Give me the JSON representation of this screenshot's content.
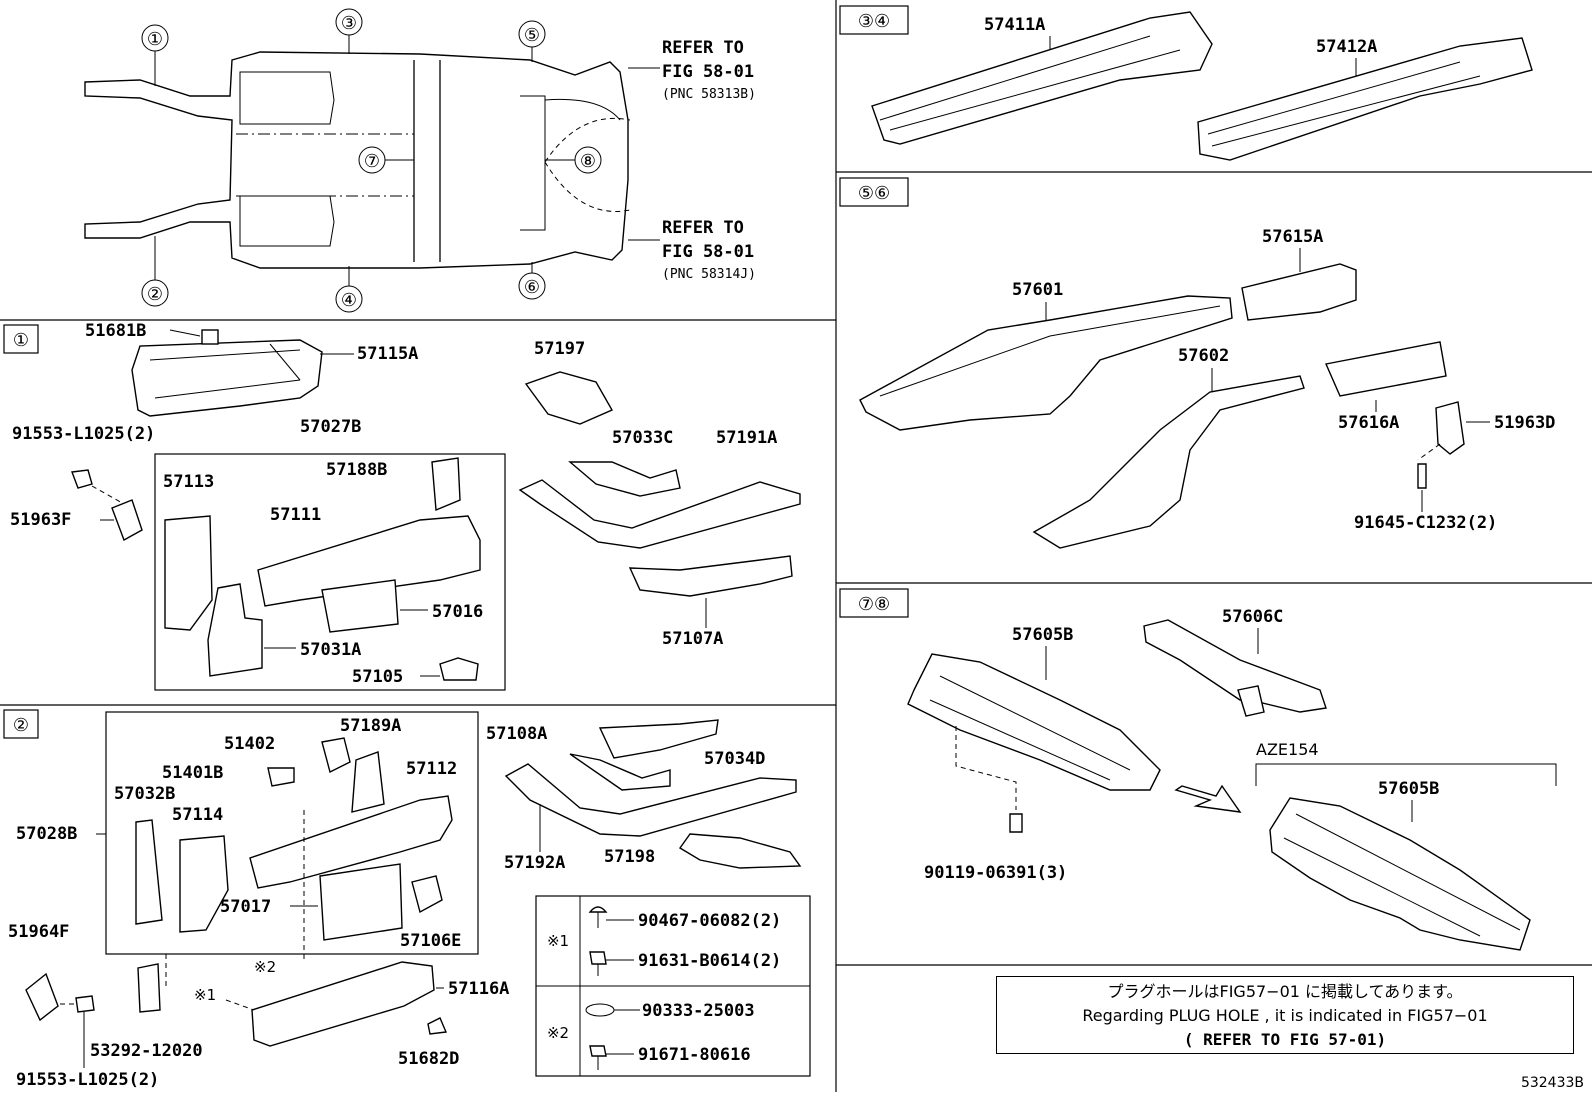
{
  "overview": {
    "refer_top": "REFER TO",
    "fig_top": "FIG 58-01",
    "pnc_top": "(PNC 58313B)",
    "refer_bottom": "REFER TO",
    "fig_bottom": "FIG 58-01",
    "pnc_bottom": "(PNC 58314J)",
    "callouts": [
      "①",
      "②",
      "③",
      "④",
      "⑤",
      "⑥",
      "⑦",
      "⑧"
    ]
  },
  "sections": {
    "s1": "①",
    "s2": "②",
    "s34": "③④",
    "s56": "⑤⑥",
    "s78": "⑦⑧"
  },
  "parts": {
    "p51681B": "51681B",
    "p57115A": "57115A",
    "p91553_top": "91553-L1025(2)",
    "p51963F": "51963F",
    "p57027B": "57027B",
    "p57188B": "57188B",
    "p57113": "57113",
    "p57111": "57111",
    "p57016": "57016",
    "p57031A": "57031A",
    "p57105": "57105",
    "p57197": "57197",
    "p57033C": "57033C",
    "p57191A": "57191A",
    "p57107A": "57107A",
    "p51402": "51402",
    "p57189A": "57189A",
    "p51401B": "51401B",
    "p57112": "57112",
    "p57032B": "57032B",
    "p57114": "57114",
    "p57028B": "57028B",
    "p57017": "57017",
    "p57106E": "57106E",
    "p51964F": "51964F",
    "p57116A": "57116A",
    "p53292": "53292-12020",
    "p91553_bot": "91553-L1025(2)",
    "p51682D": "51682D",
    "p57108A": "57108A",
    "p57034D": "57034D",
    "p57192A": "57192A",
    "p57198": "57198",
    "p57411A": "57411A",
    "p57412A": "57412A",
    "p57615A": "57615A",
    "p57601": "57601",
    "p57602": "57602",
    "p57616A": "57616A",
    "p51963D": "51963D",
    "p91645": "91645-C1232(2)",
    "p57605B": "57605B",
    "p57606C": "57606C",
    "p90119": "90119-06391(3)",
    "p57605B_2": "57605B",
    "aze": "AZE154",
    "mark1": "※1",
    "mark2": "※2",
    "mark1b": "※1",
    "mark2b": "※2"
  },
  "fasteners": [
    {
      "group": "※1",
      "part": "90467-06082(2)"
    },
    {
      "group": "※1",
      "part": "91631-B0614(2)"
    },
    {
      "group": "※2",
      "part": "90333-25003"
    },
    {
      "group": "※2",
      "part": "91671-80616"
    }
  ],
  "note": {
    "line1": "プラグホールはFIG57−01 に掲載してあります。",
    "line2": "Regarding  PLUG HOLE , it is indicated in FIG57−01",
    "line3": "(  REFER TO FIG 57-01)"
  },
  "figure_code": "532433B"
}
